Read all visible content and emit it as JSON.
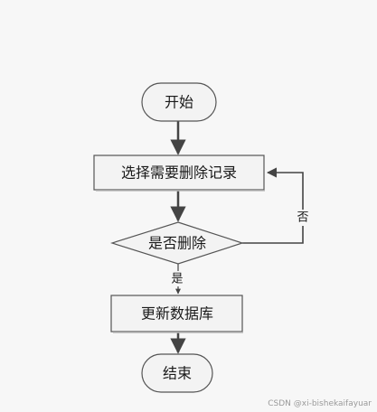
{
  "diagram": {
    "nodes": {
      "start": "开始",
      "select": "选择需要删除记录",
      "decision": "是否删除",
      "update": "更新数据库",
      "end": "结束"
    },
    "edges": {
      "yes_label": "是",
      "no_label": "否"
    }
  },
  "watermark": "CSDN @xi-bishekaifayuar",
  "colors": {
    "background": "#f7f7f7",
    "node_fill": "#f3f3f3",
    "node_stroke": "#555555",
    "arrow": "#444444"
  }
}
